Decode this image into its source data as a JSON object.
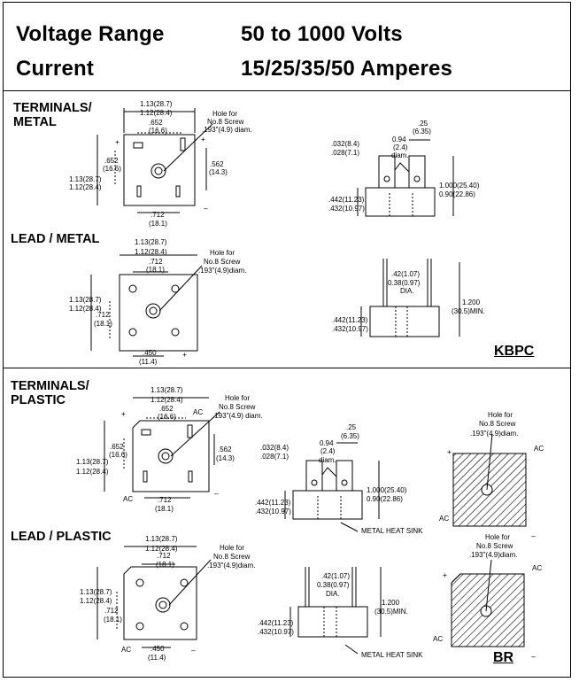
{
  "header": {
    "voltage_label": "Voltage Range",
    "voltage_value": "50 to 1000 Volts",
    "current_label": "Current",
    "current_value": "15/25/35/50 Amperes"
  },
  "sections": {
    "terminals_metal": "TERMINALS/\nMETAL",
    "lead_metal": "LEAD / METAL",
    "terminals_plastic": "TERMINALS/\nPLASTIC",
    "lead_plastic": "LEAD / PLASTIC"
  },
  "packages": {
    "kbpc": "KBPC",
    "br": "BR"
  },
  "dims": {
    "w_113": "1.13(28.7)",
    "w_112": "1.12(28.4)",
    "d_652": ".652",
    "d_166": "(16.6)",
    "hole1": "Hole for",
    "hole2": "No.8 Screw",
    "hole3": ".193\"(4.9) diam.",
    "hole3b": ".193\"(4.9)diam.",
    "d_562": ".562",
    "d_143": "(14.3)",
    "d_712": ".712",
    "d_181": "(18.1)",
    "d_450": ".450",
    "d_114": "(11.4)",
    "d_25": ".25",
    "d_635": "(6.35)",
    "d_032": ".032(8.4)",
    "d_028": ".028(7.1)",
    "d_094": "0.94",
    "d_24": "(2.4)",
    "diam": "diam.",
    "DIA": "DIA.",
    "d_1000": "1.000(25.40)",
    "d_090": "0.90(22.86)",
    "d_442": ".442(11.23)",
    "d_432": ".432(10.97)",
    "d_42": ".42(1.07)",
    "d_038": "0.38(0.97)",
    "d_1200": "1.200",
    "d_305": "(30.5)MIN.",
    "ac": "AC",
    "heat_sink": "METAL HEAT SINK",
    "plus": "+",
    "minus": "–"
  }
}
